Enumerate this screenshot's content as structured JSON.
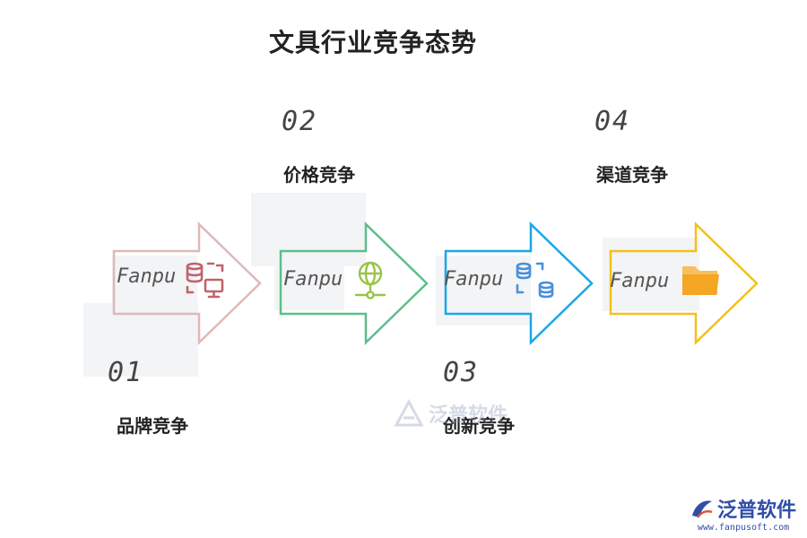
{
  "title": "文具行业竞争态势",
  "steps": [
    {
      "number": "01",
      "label": "品牌竞争",
      "brand": "Fanpu",
      "color": "#d4a6a6",
      "icon": "database-monitor-icon",
      "icon_color": "#c0636b"
    },
    {
      "number": "02",
      "label": "价格竞争",
      "brand": "Fanpu",
      "color": "#5cbf8a",
      "icon": "globe-network-icon",
      "icon_color": "#9bc34a"
    },
    {
      "number": "03",
      "label": "创新竞争",
      "brand": "Fanpu",
      "color": "#1aa7e8",
      "icon": "database-sync-icon",
      "icon_color": "#4a90d9"
    },
    {
      "number": "04",
      "label": "渠道竞争",
      "brand": "Fanpu",
      "color": "#f5c01a",
      "icon": "folder-icon",
      "icon_color": "#f5a623"
    }
  ],
  "watermark": {
    "text": "泛普软件"
  },
  "footer": {
    "name": "泛普软件",
    "url": "www.fanpusoft.com"
  }
}
